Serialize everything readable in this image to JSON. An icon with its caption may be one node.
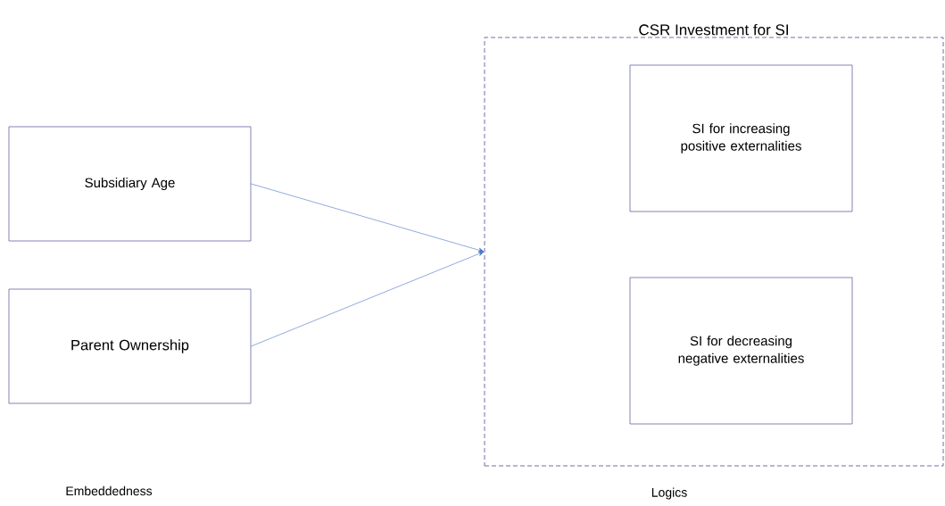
{
  "diagram": {
    "nodes": [
      {
        "text": [
          "Subsidiary Age"
        ]
      },
      {
        "text": [
          "Parent Ownership"
        ]
      },
      {
        "text": [
          "CSR Investment for SI"
        ]
      },
      {
        "text": [
          "SI for increasing positive externalities"
        ],
        "in": 2
      },
      {
        "text": [
          "SI for decreasing negative externalities"
        ],
        "in": 2
      }
    ],
    "edges": [
      {
        "from": 0,
        "to": 2,
        "arrow": "to"
      },
      {
        "from": 1,
        "to": 2,
        "arrow": "to"
      }
    ],
    "labels": [
      "Embeddedness",
      "Logics"
    ]
  }
}
